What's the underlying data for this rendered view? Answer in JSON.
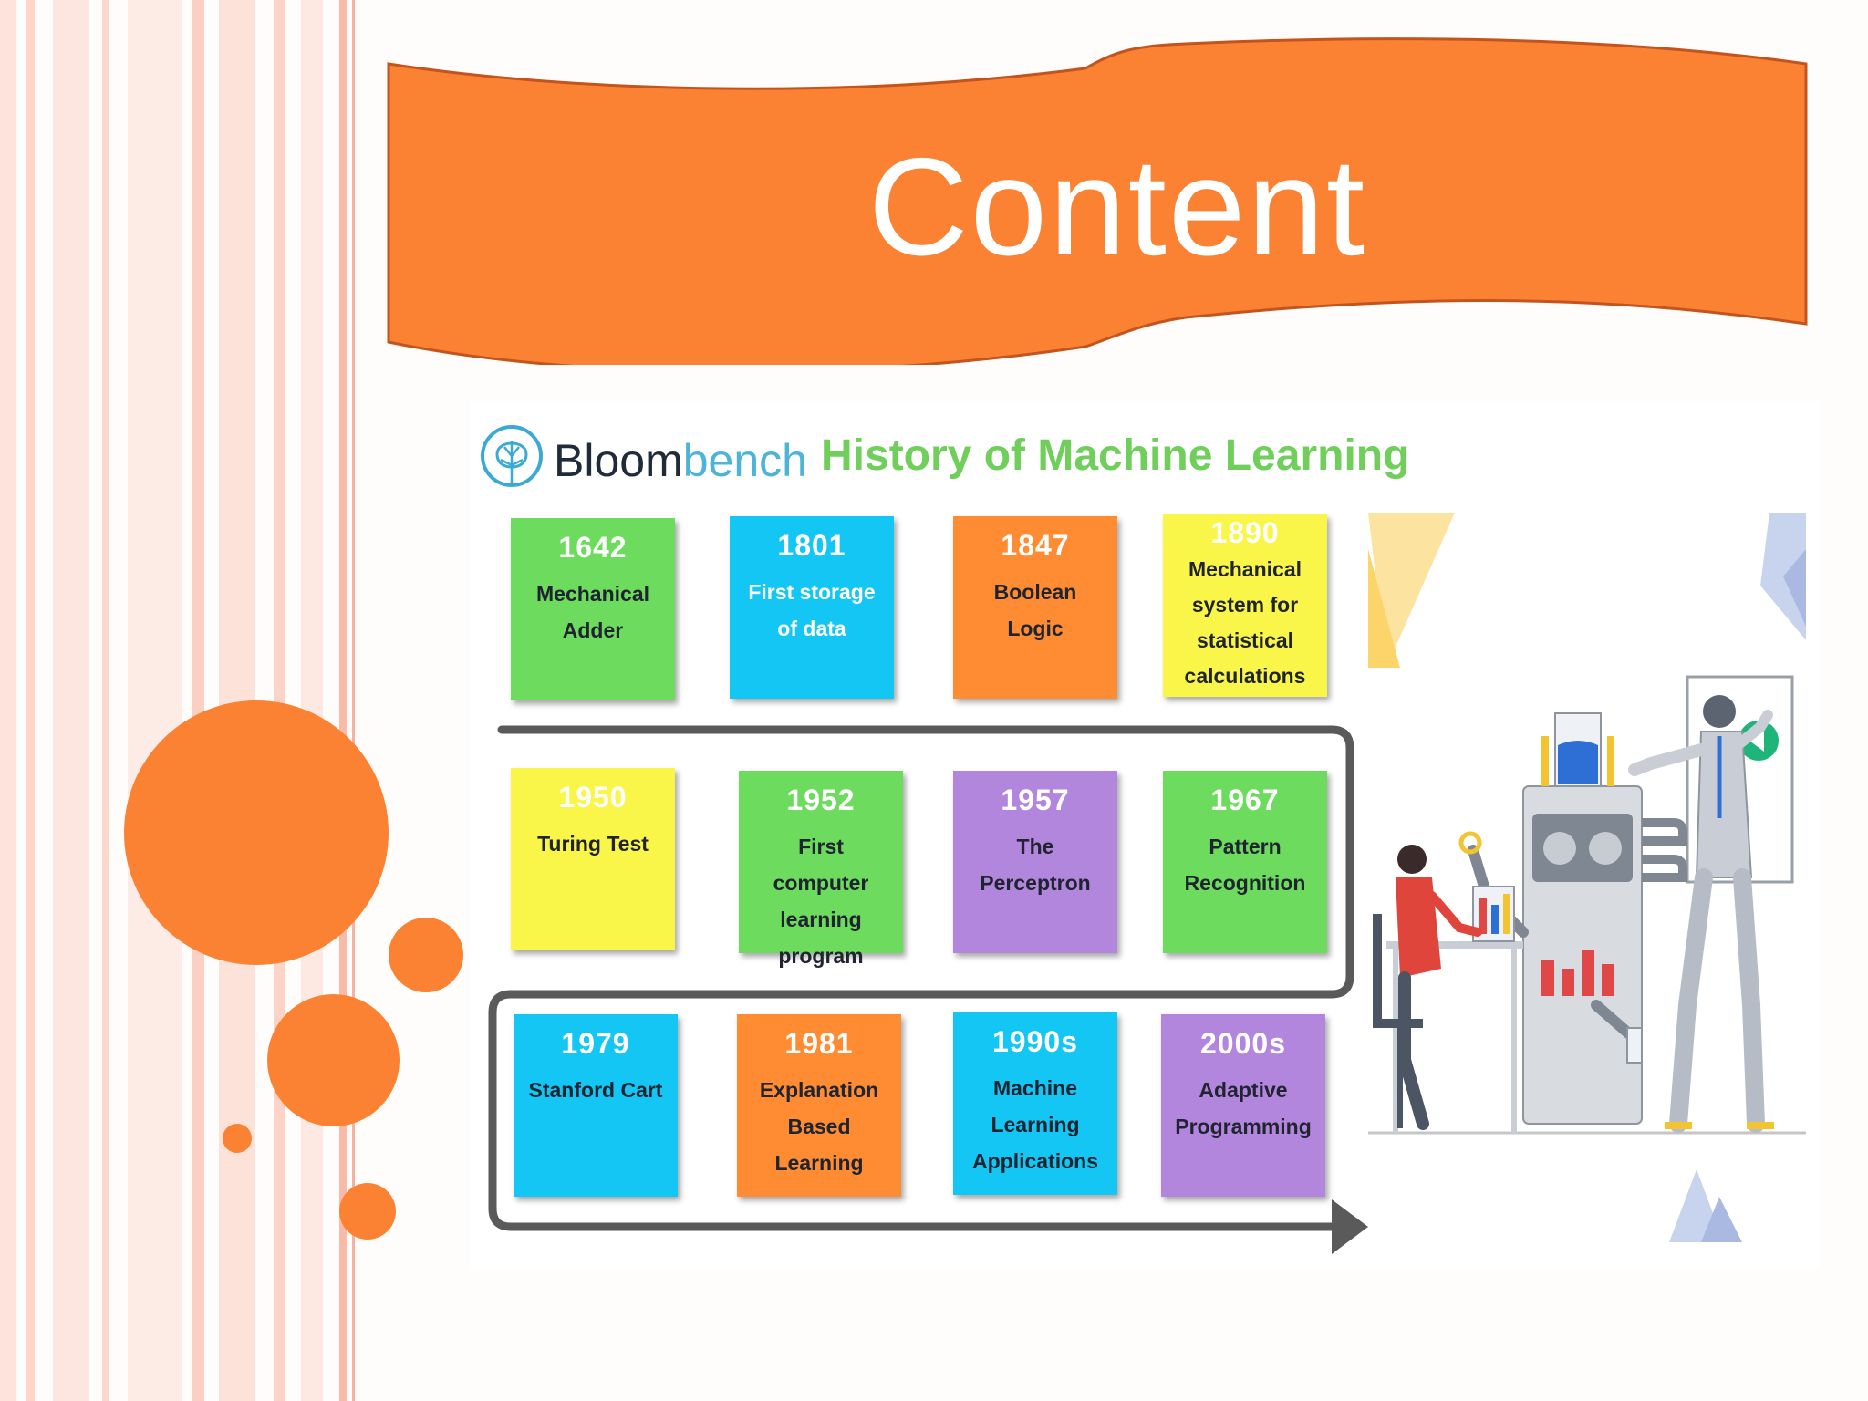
{
  "slide": {
    "title": "Content"
  },
  "infographic": {
    "brand_strong": "Bloom",
    "brand_light": "bench",
    "title": "History of Machine Learning",
    "milestones": [
      {
        "year": "1642",
        "label": "Mechanical Adder",
        "color": "#6ddb5d"
      },
      {
        "year": "1801",
        "label": "First storage of data",
        "color": "#14c6f3"
      },
      {
        "year": "1847",
        "label": "Boolean Logic",
        "color": "#ff8c33"
      },
      {
        "year": "1890",
        "label": "Mechanical system for statistical calculations",
        "color": "#f9f549"
      },
      {
        "year": "1950",
        "label": "Turing Test",
        "color": "#f9f549"
      },
      {
        "year": "1952",
        "label": "First computer learning program",
        "color": "#6ddb5d"
      },
      {
        "year": "1957",
        "label": "The Perceptron",
        "color": "#b386de"
      },
      {
        "year": "1967",
        "label": "Pattern Recognition",
        "color": "#6ddb5d"
      },
      {
        "year": "1979",
        "label": "Stanford Cart",
        "color": "#14c6f3"
      },
      {
        "year": "1981",
        "label": "Explanation Based Learning",
        "color": "#ff8c33"
      },
      {
        "year": "1990s",
        "label": "Machine Learning Applications",
        "color": "#14c6f3"
      },
      {
        "year": "2000s",
        "label": "Adaptive Programming",
        "color": "#b386de"
      }
    ]
  },
  "colors": {
    "accent": "#fb8233",
    "banner_border": "#c4541d",
    "track": "#5a5a5a"
  }
}
